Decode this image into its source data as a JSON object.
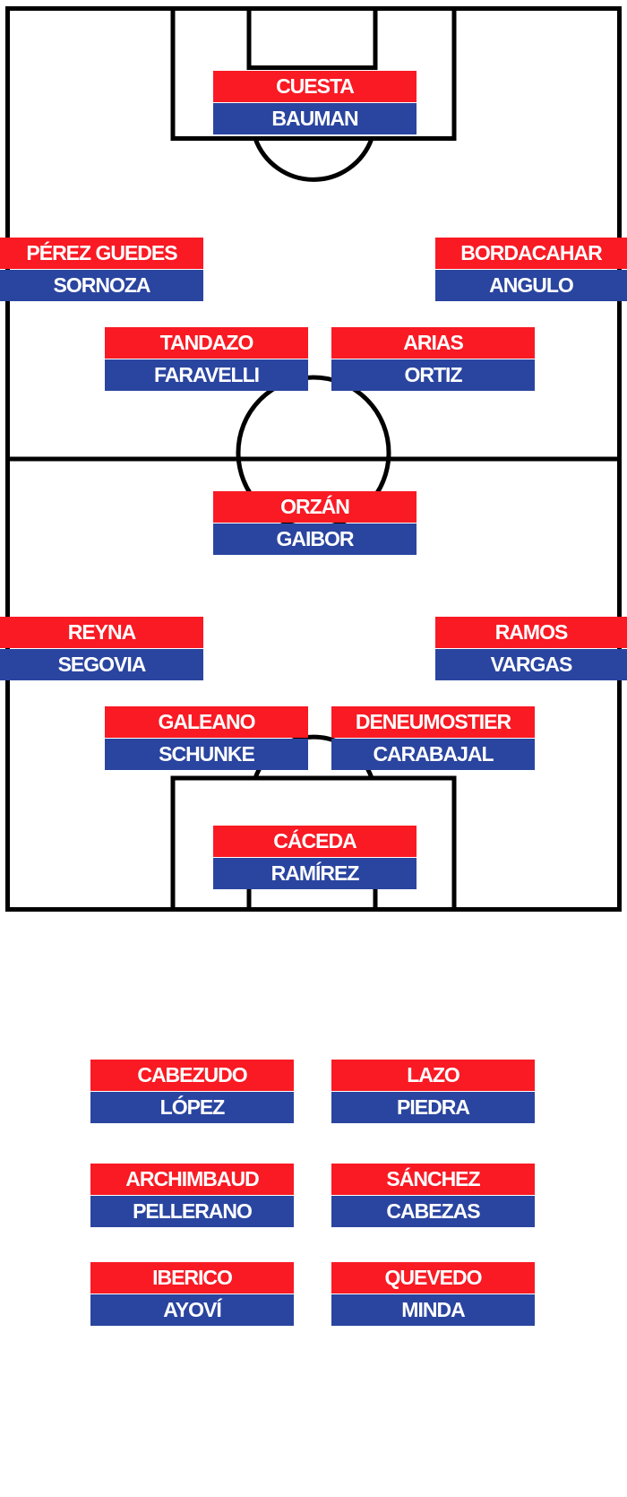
{
  "colors": {
    "top": "#F91A24",
    "bottom": "#2A45A0",
    "lines": "#000000",
    "background": "#FFFFFF"
  },
  "pitch_players": [
    {
      "slot": "gk",
      "top": "CUESTA",
      "bottom": "BAUMAN"
    },
    {
      "slot": "lw",
      "top": "PÉREZ GUEDES",
      "bottom": "SORNOZA"
    },
    {
      "slot": "rw",
      "top": "BORDACAHAR",
      "bottom": "ANGULO"
    },
    {
      "slot": "lm",
      "top": "TANDAZO",
      "bottom": "FARAVELLI"
    },
    {
      "slot": "rm",
      "top": "ARIAS",
      "bottom": "ORTIZ"
    },
    {
      "slot": "cm",
      "top": "ORZÁN",
      "bottom": "GAIBOR"
    },
    {
      "slot": "lb",
      "top": "REYNA",
      "bottom": "SEGOVIA"
    },
    {
      "slot": "rb",
      "top": "RAMOS",
      "bottom": "VARGAS"
    },
    {
      "slot": "lcb",
      "top": "GALEANO",
      "bottom": "SCHUNKE"
    },
    {
      "slot": "rcb",
      "top": "DENEUMOSTIER",
      "bottom": "CARABAJAL"
    },
    {
      "slot": "gk2",
      "top": "CÁCEDA",
      "bottom": "RAMÍREZ"
    }
  ],
  "bench_players": [
    {
      "top": "CABEZUDO",
      "bottom": "LÓPEZ"
    },
    {
      "top": "LAZO",
      "bottom": "PIEDRA"
    },
    {
      "top": "ARCHIMBAUD",
      "bottom": "PELLERANO"
    },
    {
      "top": "SÁNCHEZ",
      "bottom": "CABEZAS"
    },
    {
      "top": "IBERICO",
      "bottom": "AYOVÍ"
    },
    {
      "top": "QUEVEDO",
      "bottom": "MINDA"
    }
  ]
}
